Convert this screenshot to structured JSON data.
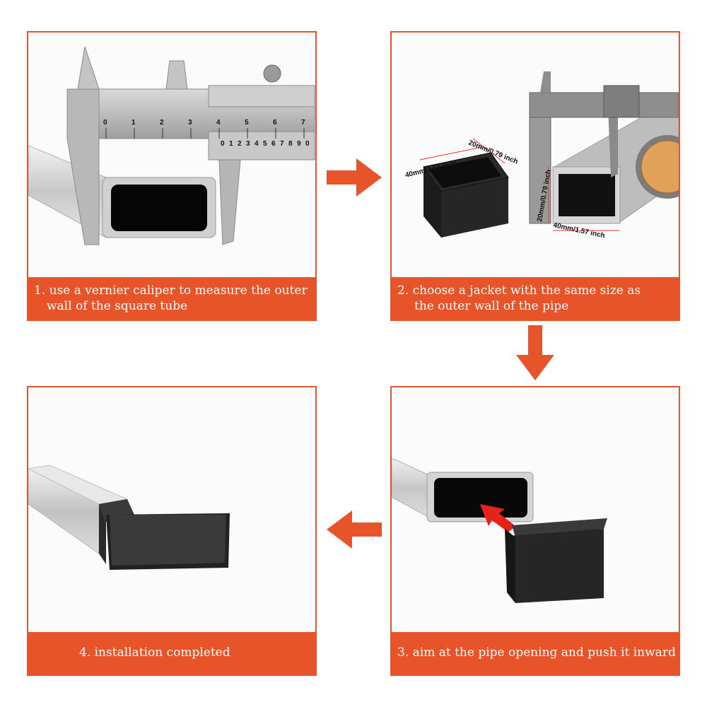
{
  "colors": {
    "accent": "#e8542a",
    "caption_text": "#ffffff"
  },
  "steps": [
    {
      "caption_line1": "1. use a vernier caliper to measure the outer",
      "caption_line2": "wall of the square tube"
    },
    {
      "caption_line1": "2. choose a jacket with the same size as",
      "caption_line2": "the outer wall of the pipe",
      "dims": {
        "cap_width": "40mm/1.57 inch",
        "cap_depth": "20mm/0.79 inch",
        "tube_height": "20mm/0.79 inch",
        "tube_width": "40mm/1.57 inch"
      }
    },
    {
      "caption_line1": "3. aim at the pipe opening and push it inward"
    },
    {
      "caption_line1": "4. installation completed"
    }
  ],
  "caliper_scale": [
    "0",
    "1",
    "2",
    "3",
    "4",
    "5",
    "6",
    "7"
  ],
  "vernier_scale": [
    "0",
    "1",
    "2",
    "3",
    "4",
    "5",
    "6",
    "7",
    "8",
    "9",
    "0"
  ],
  "arrows": [
    "arrow-right-icon",
    "arrow-down-icon",
    "arrow-left-icon"
  ]
}
